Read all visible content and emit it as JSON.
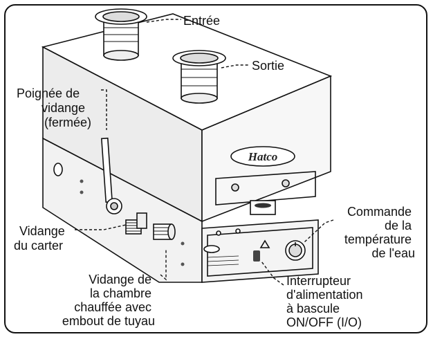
{
  "labels": {
    "inlet": "Entrée",
    "outlet": "Sortie",
    "drain_handle": [
      "Poignée de",
      "vidange",
      "(fermée)"
    ],
    "housing_drain": [
      "Vidange",
      "du carter"
    ],
    "chamber_drain": [
      "Vidange de",
      "la chambre",
      "chauffée avec",
      "embout de tuyau"
    ],
    "temp_control": [
      "Commande",
      "de la",
      "température",
      "de l'eau"
    ],
    "power_switch": [
      "Interrupteur",
      "d'alimentation",
      "à bascule",
      "ON/OFF (I/O)"
    ]
  },
  "brand": "Hatco"
}
